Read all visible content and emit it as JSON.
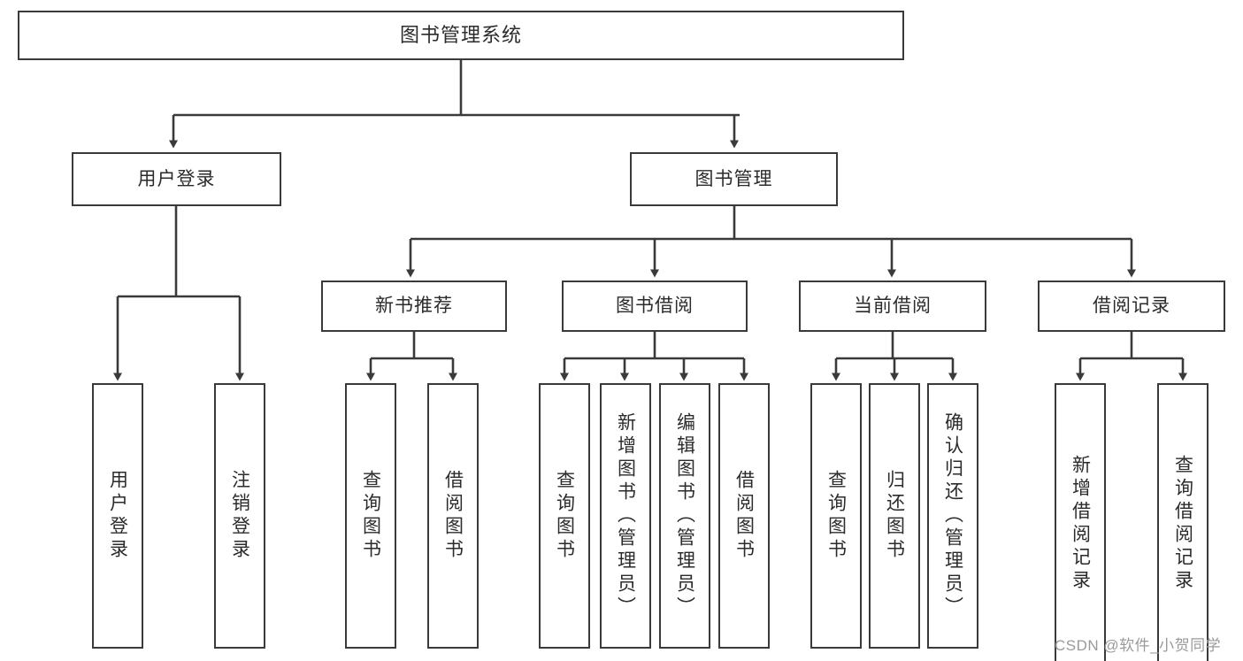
{
  "diagram": {
    "type": "tree",
    "title": "图书管理系统",
    "root": {
      "label": "图书管理系统"
    },
    "level2": [
      {
        "label": "用户登录"
      },
      {
        "label": "图书管理"
      }
    ],
    "level3": [
      {
        "label": "新书推荐"
      },
      {
        "label": "图书借阅"
      },
      {
        "label": "当前借阅"
      },
      {
        "label": "借阅记录"
      }
    ],
    "leaves": {
      "user_login": [
        {
          "label": "用户登录"
        },
        {
          "label": "注销登录"
        }
      ],
      "new_book_recommend": [
        {
          "label": "查询图书"
        },
        {
          "label": "借阅图书"
        }
      ],
      "book_borrow": [
        {
          "label": "查询图书"
        },
        {
          "label": "新增图书（管理员）"
        },
        {
          "label": "编辑图书（管理员）"
        },
        {
          "label": "借阅图书"
        }
      ],
      "current_borrow": [
        {
          "label": "查询图书"
        },
        {
          "label": "归还图书"
        },
        {
          "label": "确认归还（管理员）"
        }
      ],
      "borrow_record": [
        {
          "label": "新增借阅记录"
        },
        {
          "label": "查询借阅记录"
        }
      ]
    }
  },
  "watermark": {
    "text": "CSDN @软件_小贺同学"
  },
  "colors": {
    "stroke": "#3a3a3a",
    "text": "#2b2b2b",
    "background": "#ffffff",
    "watermark": "#9a9a9a"
  }
}
